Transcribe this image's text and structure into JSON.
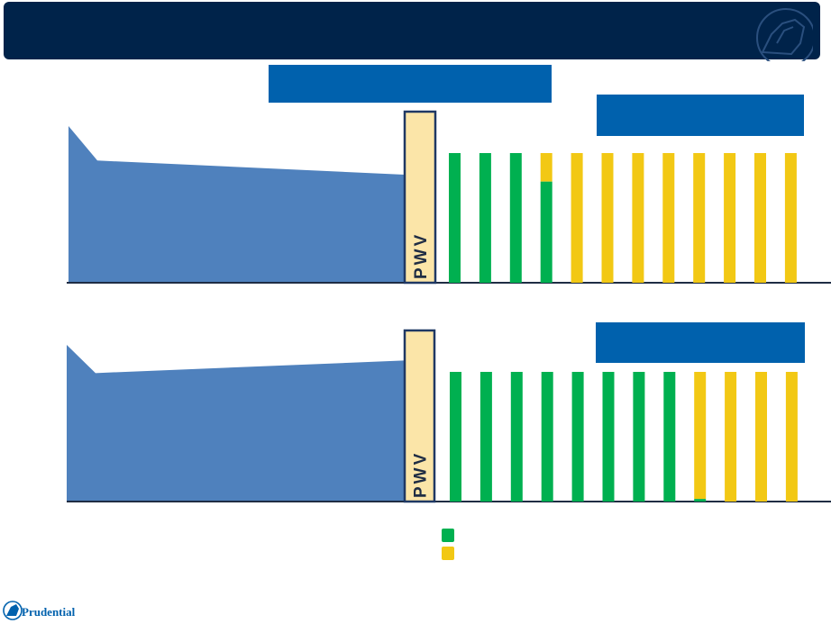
{
  "header": {
    "title": "",
    "logo_icon": "rock-of-gibraltar-icon"
  },
  "banners": {
    "top_center": "",
    "top_right": "",
    "bottom_right": ""
  },
  "colors": {
    "navy": "#00234a",
    "blue_banner": "#0061ad",
    "area_fill": "#4f81bd",
    "green": "#00b050",
    "yellow": "#f2c814",
    "pwv_fill": "#fbe5a8",
    "pwv_border": "#1f3864"
  },
  "chart_data": [
    {
      "type": "area+bar",
      "pwv_label": "PWV",
      "area_profile": [
        1.0,
        0.78,
        0.69
      ],
      "bar_count": 12,
      "bars_green_fraction": [
        1,
        1,
        1,
        0.78,
        0,
        0,
        0,
        0,
        0,
        0,
        0,
        0
      ]
    },
    {
      "type": "area+bar",
      "pwv_label": "PWV",
      "area_profile": [
        1.0,
        0.82,
        0.9
      ],
      "bar_count": 12,
      "bars_green_fraction": [
        1,
        1,
        1,
        1,
        1,
        1,
        1,
        1,
        0.02,
        0,
        0,
        0
      ]
    }
  ],
  "legend": {
    "green_label": "",
    "yellow_label": ""
  },
  "footer": {
    "company": "Prudential",
    "logo_icon": "prudential-rock-icon"
  }
}
